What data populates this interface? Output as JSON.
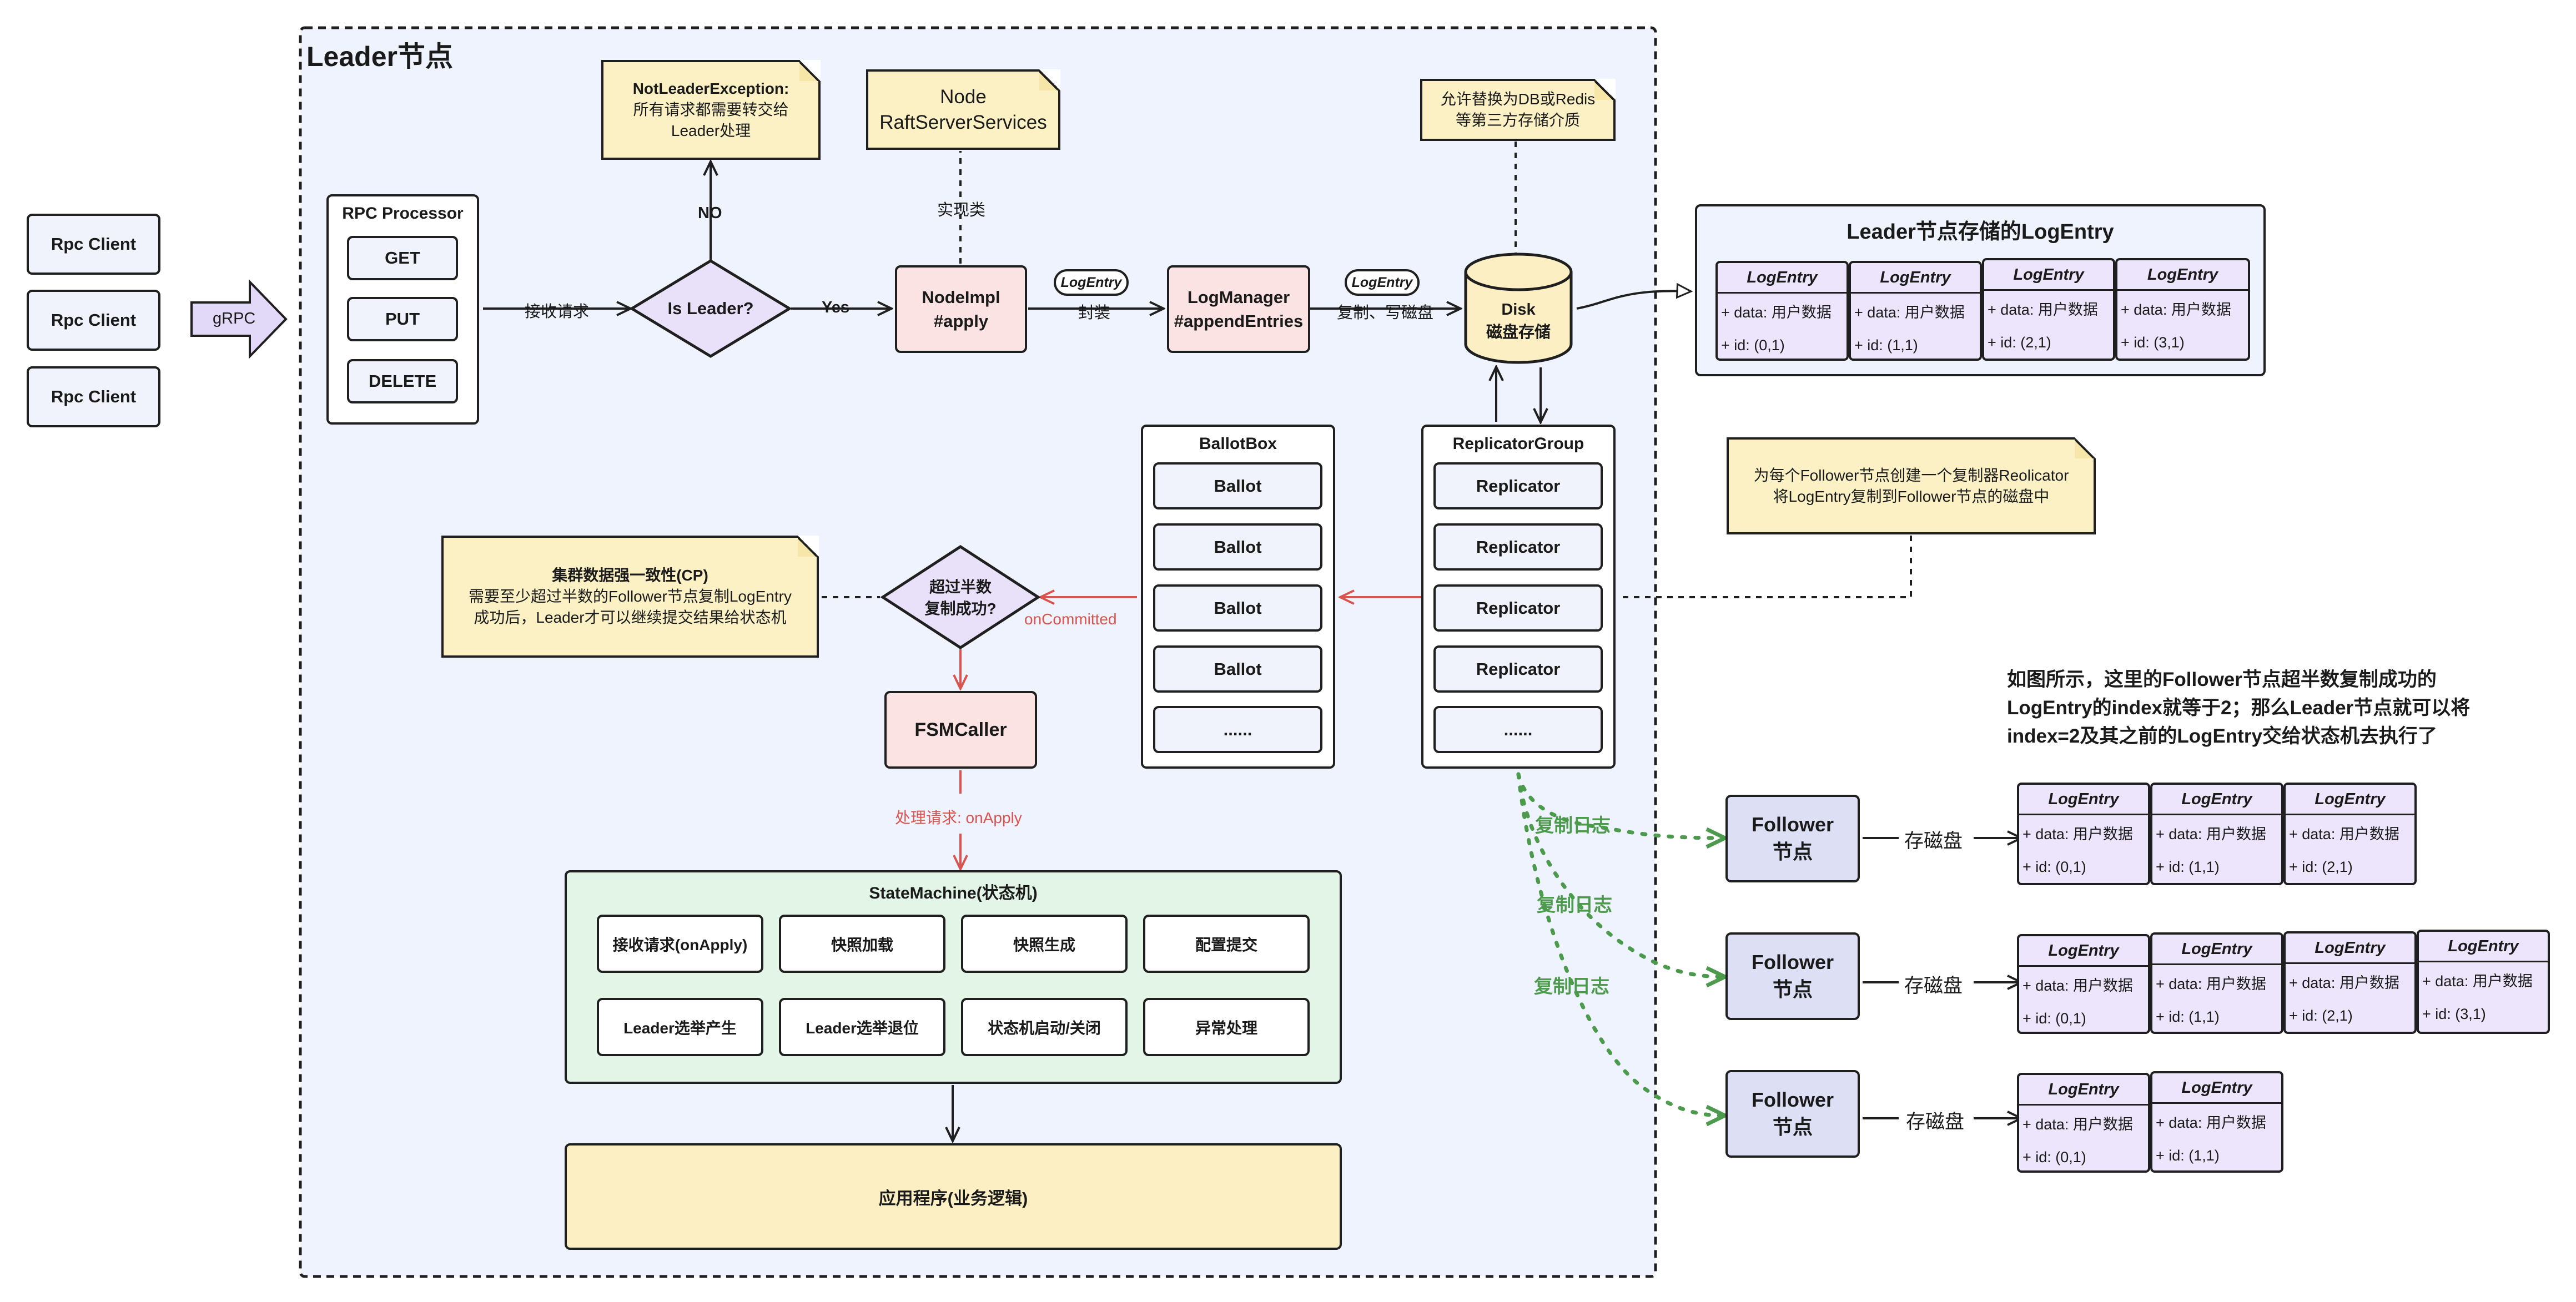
{
  "leader": {
    "title": "Leader节点",
    "rpc_processor": {
      "title": "RPC Processor",
      "buttons": [
        "GET",
        "PUT",
        "DELETE"
      ]
    },
    "receive_label": "接收请求",
    "is_leader": "Is Leader?",
    "yes_label": "Yes",
    "no_label": "NO",
    "not_leader_note": {
      "title": "NotLeaderException:",
      "line1": "所有请求都需要转交给",
      "line2": "Leader处理"
    },
    "node_note": {
      "line1": "Node",
      "line2": "RaftServerServices"
    },
    "impl_label": "实现类",
    "node_impl": {
      "line1": "NodeImpl",
      "line2": "#apply"
    },
    "pill_1": "LogEntry",
    "encap_label": "封装",
    "log_manager": {
      "line1": "LogManager",
      "line2": "#appendEntries"
    },
    "pill_2": "LogEntry",
    "copy_write_label": "复制、写磁盘",
    "disk": {
      "line1": "Disk",
      "line2": "磁盘存储"
    },
    "disk_note": {
      "line1": "允许替换为DB或Redis",
      "line2": "等第三方存储介质"
    },
    "ballot_box": {
      "title": "BallotBox",
      "items": [
        "Ballot",
        "Ballot",
        "Ballot",
        "Ballot",
        "......"
      ]
    },
    "replicator_group": {
      "title": "ReplicatorGroup",
      "items": [
        "Replicator",
        "Replicator",
        "Replicator",
        "Replicator",
        "......"
      ]
    },
    "cp_note": {
      "title": "集群数据强一致性(CP)",
      "line1": "需要至少超过半数的Follower节点复制LogEntry",
      "line2": "成功后，Leader才可以继续提交结果给状态机"
    },
    "majority": {
      "line1": "超过半数",
      "line2": "复制成功?"
    },
    "on_committed": "onCommitted",
    "fsm_caller": "FSMCaller",
    "on_apply": "处理请求: onApply",
    "state_machine": {
      "title": "StateMachine(状态机)",
      "items": [
        "接收请求(onApply)",
        "快照加载",
        "快照生成",
        "配置提交",
        "Leader选举产生",
        "Leader选举退位",
        "状态机启动/关闭",
        "异常处理"
      ]
    },
    "app": "应用程序(业务逻辑)"
  },
  "clients": [
    "Rpc Client",
    "Rpc Client",
    "Rpc Client"
  ],
  "grpc": "gRPC",
  "leader_store": {
    "title": "Leader节点存储的LogEntry",
    "entries": [
      {
        "h": "LogEntry",
        "data": "+ data: 用户数据",
        "id": "+ id: (0,1)"
      },
      {
        "h": "LogEntry",
        "data": "+ data: 用户数据",
        "id": "+ id: (1,1)"
      },
      {
        "h": "LogEntry",
        "data": "+ data: 用户数据",
        "id": "+ id: (2,1)"
      },
      {
        "h": "LogEntry",
        "data": "+ data: 用户数据",
        "id": "+ id: (3,1)"
      }
    ]
  },
  "replicator_note": {
    "line1": "为每个Follower节点创建一个复制器Reolicator",
    "line2": "将LogEntry复制到Follower节点的磁盘中"
  },
  "explain": {
    "line1": "如图所示，这里的Follower节点超半数复制成功的",
    "line2": "LogEntry的index就等于2；那么Leader节点就可以将",
    "line3": "index=2及其之前的LogEntry交给状态机去执行了"
  },
  "replicate_label": "复制日志",
  "store_label": "存磁盘",
  "followers": [
    {
      "line1": "Follower",
      "line2": "节点",
      "entries": [
        {
          "h": "LogEntry",
          "data": "+ data: 用户数据",
          "id": "+ id: (0,1)"
        },
        {
          "h": "LogEntry",
          "data": "+ data: 用户数据",
          "id": "+ id: (1,1)"
        },
        {
          "h": "LogEntry",
          "data": "+ data: 用户数据",
          "id": "+ id: (2,1)"
        }
      ]
    },
    {
      "line1": "Follower",
      "line2": "节点",
      "entries": [
        {
          "h": "LogEntry",
          "data": "+ data: 用户数据",
          "id": "+ id: (0,1)"
        },
        {
          "h": "LogEntry",
          "data": "+ data: 用户数据",
          "id": "+ id: (1,1)"
        },
        {
          "h": "LogEntry",
          "data": "+ data: 用户数据",
          "id": "+ id: (2,1)"
        },
        {
          "h": "LogEntry",
          "data": "+ data: 用户数据",
          "id": "+ id: (3,1)"
        }
      ]
    },
    {
      "line1": "Follower",
      "line2": "节点",
      "entries": [
        {
          "h": "LogEntry",
          "data": "+ data: 用户数据",
          "id": "+ id: (0,1)"
        },
        {
          "h": "LogEntry",
          "data": "+ data: 用户数据",
          "id": "+ id: (1,1)"
        }
      ]
    }
  ],
  "colors": {
    "leader_bg": "#eff3fd",
    "note": "#fcf1c5",
    "pink": "#fbe3e3",
    "lavender": "#ece5fb",
    "state_machine_bg": "#e3f5e6",
    "app_bg": "#fcefc4",
    "follower_bg": "#dde0f5",
    "red_arrow": "#d9534f",
    "green_dash": "#4c9a4c"
  }
}
